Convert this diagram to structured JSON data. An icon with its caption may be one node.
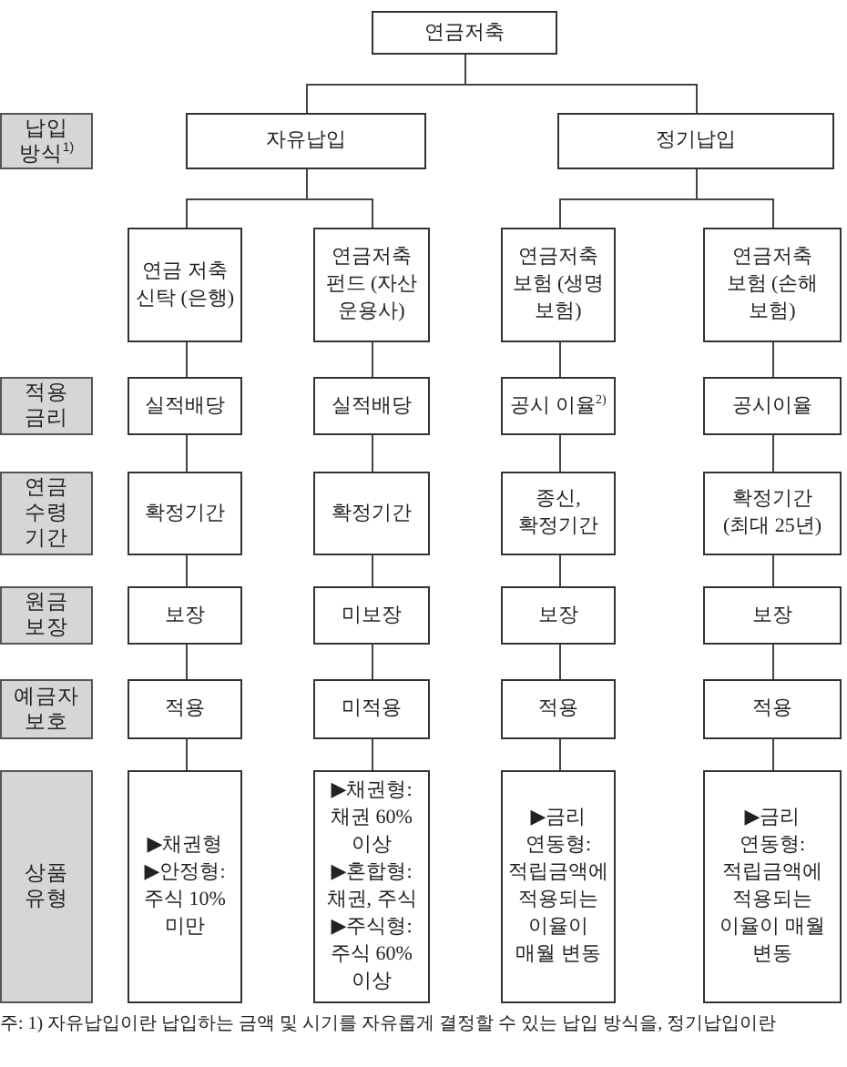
{
  "diagram": {
    "caption": "주: 1) 자유납입이란 납입하는 금액 및 시기를 자유롭게 결정할 수 있는 납입 방식을, 정기납입이란",
    "nodes": [
      {
        "text": [
          "연금저축"
        ]
      },
      {
        "text": [
          "납입 방식$^{1)}$"
        ]
      },
      {
        "text": [
          "자유납입"
        ]
      },
      {
        "text": [
          "정기납입"
        ]
      },
      {
        "text": [
          "연금 저축 신탁 (은행)"
        ]
      },
      {
        "text": [
          "연금저축 펀드 (자산 운용사)"
        ]
      },
      {
        "text": [
          "연금저축 보험 (생명 보험)"
        ]
      },
      {
        "text": [
          "연금저축 보험 (손해 보험)"
        ]
      },
      {
        "text": [
          "적용 금리"
        ]
      },
      {
        "text": [
          "실적배당"
        ]
      },
      {
        "text": [
          "실적배당"
        ]
      },
      {
        "text": [
          "공시 이율$^{2)}$"
        ]
      },
      {
        "text": [
          "공시이율"
        ]
      },
      {
        "text": [
          "연금 수령 기간"
        ]
      },
      {
        "text": [
          "확정기간"
        ]
      },
      {
        "text": [
          "확정기간"
        ]
      },
      {
        "text": [
          "종신, 확정기간"
        ]
      },
      {
        "text": [
          "확정기간 (최대 25년)"
        ]
      },
      {
        "text": [
          "원금 보장"
        ]
      },
      {
        "text": [
          "보장"
        ]
      },
      {
        "text": [
          "미보장"
        ]
      },
      {
        "text": [
          "보장"
        ]
      },
      {
        "text": [
          "보장"
        ]
      },
      {
        "text": [
          "예금자 보호"
        ]
      },
      {
        "text": [
          "적용"
        ]
      },
      {
        "text": [
          "미적용"
        ]
      },
      {
        "text": [
          "적용"
        ]
      },
      {
        "text": [
          "적용"
        ]
      },
      {
        "text": [
          "상품 유형"
        ]
      },
      {
        "text": [
          "▶채권형",
          "▶안정형: 주식 10% 미만"
        ]
      },
      {
        "text": [
          "▶채권형: 채권 60% 이상",
          "▶혼합형: 채권, 주식",
          "▶주식형: 주식 60% 이상"
        ]
      },
      {
        "text": [
          "▶금리 연동형: 적립금액에 적용되는 이율이 매월 변동"
        ]
      },
      {
        "text": [
          "▶금리 연동형: 적립금액에 적용되는 이율이 매월 변동"
        ]
      }
    ],
    "edges": [
      {
        "from": 0,
        "to": 2,
        "arrow": "none"
      },
      {
        "from": 0,
        "to": 3,
        "arrow": "none"
      },
      {
        "from": 2,
        "to": 4,
        "arrow": "none"
      },
      {
        "from": 2,
        "to": 5,
        "arrow": "none"
      },
      {
        "from": 3,
        "to": 6,
        "arrow": "none"
      },
      {
        "from": 3,
        "to": 7,
        "arrow": "none"
      },
      {
        "from": 4,
        "to": 9,
        "arrow": "none"
      },
      {
        "from": 5,
        "to": 10,
        "arrow": "none"
      },
      {
        "from": 6,
        "to": 11,
        "arrow": "none"
      },
      {
        "from": 7,
        "to": 12,
        "arrow": "none"
      },
      {
        "from": 9,
        "to": 14,
        "arrow": "none"
      },
      {
        "from": 10,
        "to": 15,
        "arrow": "none"
      },
      {
        "from": 11,
        "to": 16,
        "arrow": "none"
      },
      {
        "from": 12,
        "to": 17,
        "arrow": "none"
      },
      {
        "from": 14,
        "to": 19,
        "arrow": "none"
      },
      {
        "from": 15,
        "to": 20,
        "arrow": "none"
      },
      {
        "from": 16,
        "to": 21,
        "arrow": "none"
      },
      {
        "from": 17,
        "to": 22,
        "arrow": "none"
      },
      {
        "from": 19,
        "to": 24,
        "arrow": "none"
      },
      {
        "from": 20,
        "to": 25,
        "arrow": "none"
      },
      {
        "from": 21,
        "to": 26,
        "arrow": "none"
      },
      {
        "from": 22,
        "to": 27,
        "arrow": "none"
      },
      {
        "from": 24,
        "to": 29,
        "arrow": "none"
      },
      {
        "from": 25,
        "to": 30,
        "arrow": "none"
      },
      {
        "from": 26,
        "to": 31,
        "arrow": "none"
      },
      {
        "from": 27,
        "to": 32,
        "arrow": "none"
      }
    ]
  }
}
